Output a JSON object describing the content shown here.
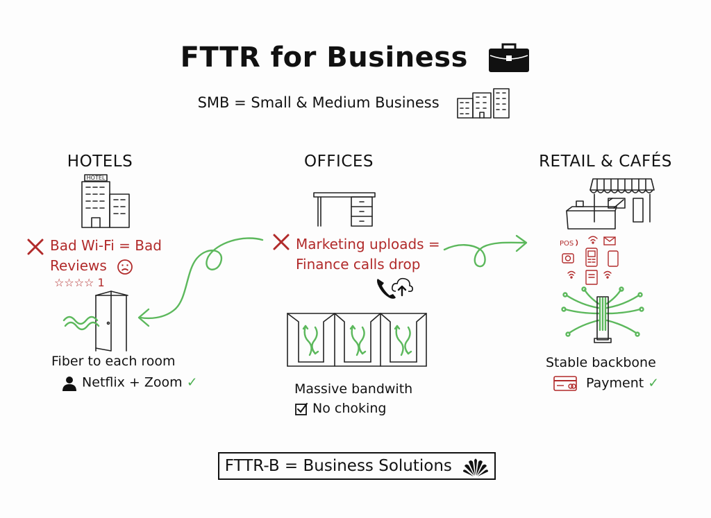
{
  "header": {
    "title": "FTTR for Business",
    "subtitle": "SMB = Small & Medium Business"
  },
  "hotels": {
    "heading": "HOTELS",
    "sign": "HOTEL",
    "problem_line1": "Bad Wi-Fi = Bad",
    "problem_line2": "Reviews",
    "stars": "☆☆☆☆",
    "rating": "1",
    "caption": "Fiber to each room",
    "benefit": "Netflix + Zoom"
  },
  "offices": {
    "heading": "OFFICES",
    "problem_line1": "Marketing uploads =",
    "problem_line2": "Finance calls drop",
    "caption": "Massive bandwith",
    "benefit": "No choking"
  },
  "retail": {
    "heading": "RETAIL & CAFÉS",
    "pos": "POS",
    "caption": "Stable backbone",
    "benefit": "Payment"
  },
  "footer": {
    "text": "FTTR-B = Business Solutions"
  },
  "colors": {
    "problem": "#b12a2a",
    "fiber": "#5cb85c",
    "ink": "#111111"
  }
}
